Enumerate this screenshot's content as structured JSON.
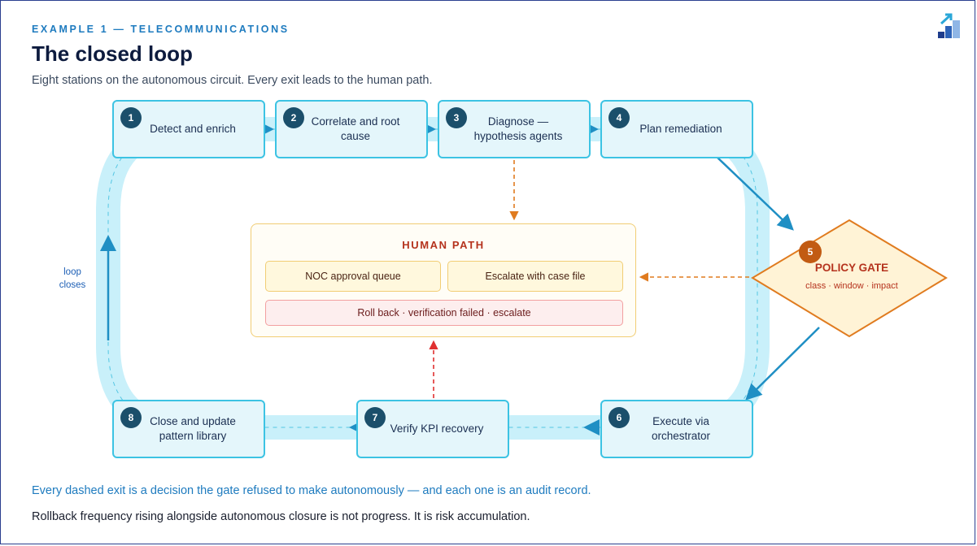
{
  "header": {
    "eyebrow": "EXAMPLE 1 — TELECOMMUNICATIONS",
    "title": "The closed loop",
    "subtitle": "Eight stations on the autonomous circuit. Every exit leads to the human path."
  },
  "logo": {
    "icon": "stairs-arrow-icon"
  },
  "stations": [
    {
      "num": "1",
      "label": "Detect and enrich"
    },
    {
      "num": "2",
      "label": "Correlate and root cause"
    },
    {
      "num": "3",
      "label": "Diagnose — hypothesis agents"
    },
    {
      "num": "4",
      "label": "Plan remediation"
    },
    {
      "num": "6",
      "label": "Execute via orchestrator"
    },
    {
      "num": "7",
      "label": "Verify KPI recovery"
    },
    {
      "num": "8",
      "label": "Close and update pattern library"
    }
  ],
  "gate": {
    "num": "5",
    "title": "POLICY GATE",
    "subtitle": "class · window · impact"
  },
  "human_path": {
    "title": "HUMAN PATH",
    "items": [
      "NOC approval queue",
      "Escalate with case file"
    ],
    "rollback": "Roll back · verification failed · escalate"
  },
  "loop_label": "loop closes",
  "footer": {
    "note1": "Every dashed exit is a decision the gate refused to make autonomously — and each one is an audit record.",
    "note2": "Rollback frequency rising alongside autonomous closure is not progress. It is risk accumulation."
  },
  "colors": {
    "track": "#c9f0fa",
    "station_border": "#3cc3e3",
    "arrow_blue": "#1f8fc4",
    "gate_border": "#e07b1f",
    "gate_fill": "#fff3d6",
    "human_border": "#f1cd74",
    "rollback_red": "#e03030"
  }
}
